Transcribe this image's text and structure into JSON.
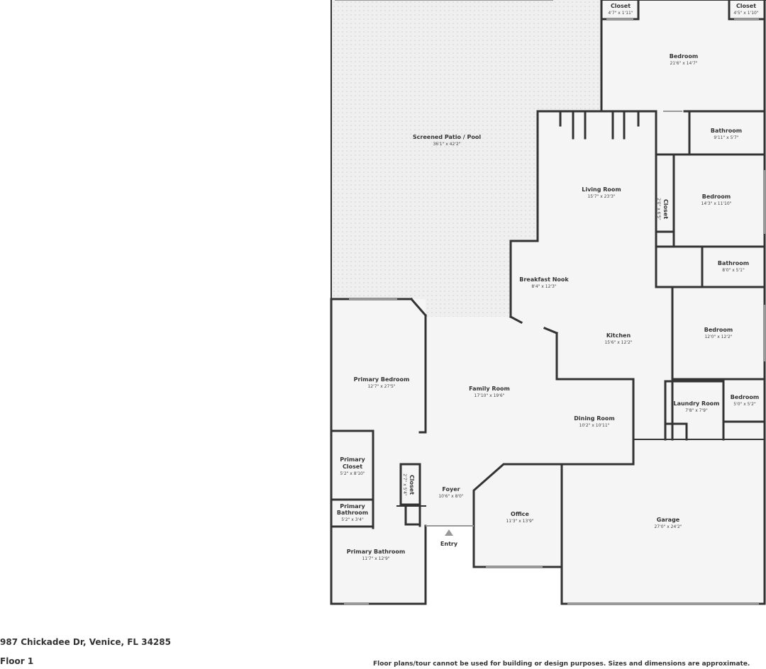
{
  "address": "987 Chickadee Dr, Venice, FL 34285",
  "floor": "Floor 1",
  "disclaimer": "Floor plans/tour cannot be used for building or design purposes. Sizes and dimensions are approximate.",
  "entry_label": "Entry",
  "colors": {
    "wall": "#333333",
    "floor": "#f4f4f4",
    "patio": "#eeeeee",
    "text": "#333333"
  },
  "rooms": [
    {
      "name": "Closet",
      "dims": "4'7\" x 1'11\""
    },
    {
      "name": "Closet",
      "dims": "4'5\" x 1'10\""
    },
    {
      "name": "Bedroom",
      "dims": "21'6\" x 14'7\""
    },
    {
      "name": "Screened Patio / Pool",
      "dims": "36'1\" x 42'2\""
    },
    {
      "name": "Bathroom",
      "dims": "9'11\" x 5'7\""
    },
    {
      "name": "Living Room",
      "dims": "15'7\" x 23'3\""
    },
    {
      "name": "Bedroom",
      "dims": "14'3\" x 11'10\""
    },
    {
      "name": "Closet",
      "dims": "2'0\" x 6'5\""
    },
    {
      "name": "Bathroom",
      "dims": "8'0\" x 5'1\""
    },
    {
      "name": "Breakfast Nook",
      "dims": "8'4\" x 12'3\""
    },
    {
      "name": "Kitchen",
      "dims": "15'6\" x 12'2\""
    },
    {
      "name": "Bedroom",
      "dims": "12'0\" x 12'2\""
    },
    {
      "name": "Primary Bedroom",
      "dims": "12'7\" x 27'5\""
    },
    {
      "name": "Family Room",
      "dims": "17'10\" x 19'6\""
    },
    {
      "name": "Laundry Room",
      "dims": "7'8\" x 7'9\""
    },
    {
      "name": "Bedroom",
      "dims": "5'0\" x 5'2\""
    },
    {
      "name": "Dining Room",
      "dims": "10'2\" x 10'11\""
    },
    {
      "name": "Primary Closet",
      "dims": "5'2\" x 8'10\""
    },
    {
      "name": "Closet",
      "dims": "2'7\" x 5'4\""
    },
    {
      "name": "Foyer",
      "dims": "10'6\" x 8'0\""
    },
    {
      "name": "Office",
      "dims": "11'3\" x 13'9\""
    },
    {
      "name": "Garage",
      "dims": "27'0\" x 24'2\""
    },
    {
      "name": "Primary Bathroom",
      "dims": "5'2\" x 3'4\""
    },
    {
      "name": "Primary Bathroom",
      "dims": "11'7\" x 12'9\""
    }
  ]
}
